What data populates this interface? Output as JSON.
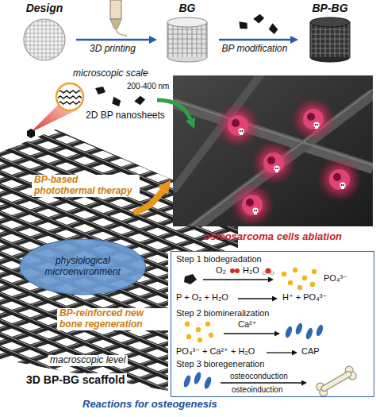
{
  "diagram": {
    "nodes": [
      {
        "text": [
          "Design"
        ]
      },
      {
        "text": [
          "BG"
        ]
      },
      {
        "text": [
          "BP-BG"
        ]
      },
      {
        "text": [
          "osteosarcoma cells ablation"
        ]
      },
      {
        "text": [
          "3D BP-BG scaffold"
        ]
      },
      {
        "text": [
          "physiological microenvironment"
        ],
        "in": 4
      },
      {
        "text": [
          "Reactions for osteogenesis"
        ]
      }
    ],
    "edges": [
      {
        "from": 0,
        "to": 1,
        "arrow": "to",
        "label": "3D printing"
      },
      {
        "from": 1,
        "to": 2,
        "arrow": "to",
        "label": "BP modification"
      },
      {
        "from": 4,
        "to": 3,
        "arrow": "to"
      }
    ],
    "labels": [
      "microscopic scale",
      "200-400 nm",
      "2D BP nanosheets",
      "BP-based photothermal therapy",
      "BP-reinforced new bone regeneration",
      "macroscopic level",
      "Step 1 biodegradation",
      "O₂",
      "H₂O",
      "PO₄³⁻",
      "P + O₂ + H₂O",
      "H⁺ + PO₄³⁻",
      "Step 2 biomineralization",
      "Ca²⁺",
      "PO₄³⁻ + Ca²⁺ + H₂O",
      "CAP",
      "Step 3 bioregeneration",
      "osteoconduction",
      "osteoinduction"
    ]
  }
}
